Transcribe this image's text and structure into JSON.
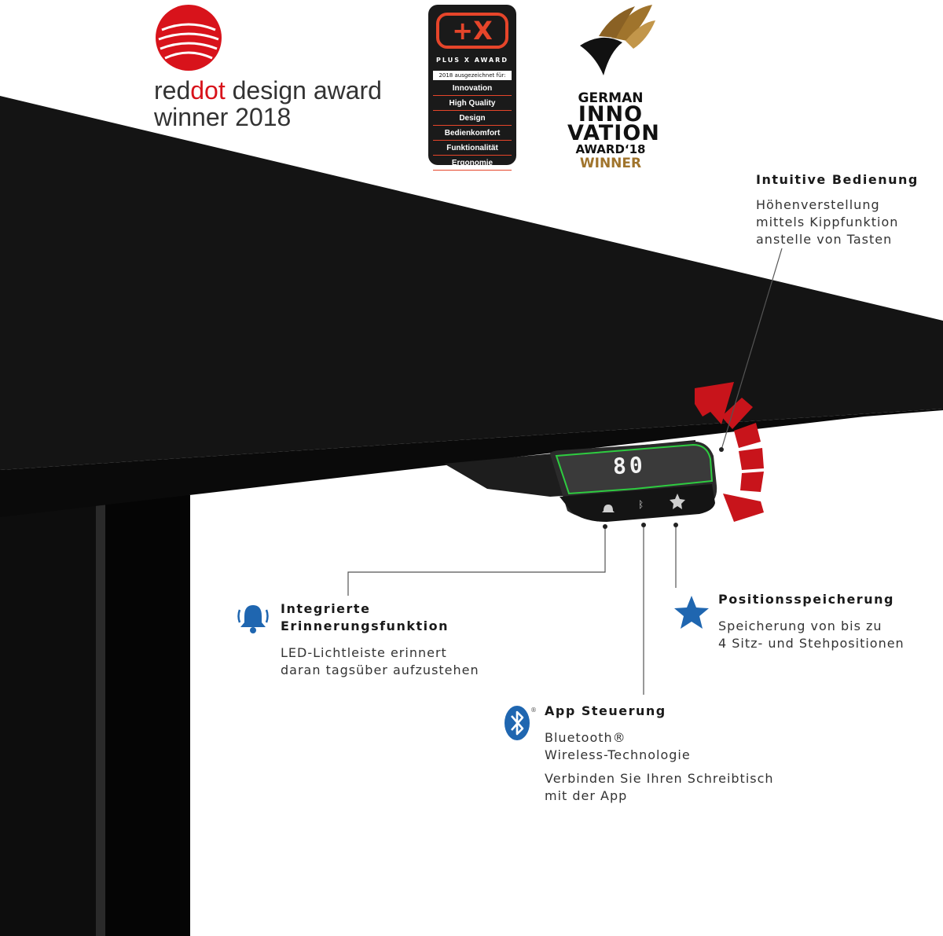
{
  "awards": {
    "reddot": {
      "line1_pre": "red",
      "line1_red": "dot",
      "line1_post": " design award",
      "line2": "winner 2018"
    },
    "plusx": {
      "logo": "+X",
      "title": "PLUS X AWARD",
      "subtitle": "2018 ausgezeichnet für:",
      "items": [
        "Innovation",
        "High Quality",
        "Design",
        "Bedienkomfort",
        "Funktionalität",
        "Ergonomie"
      ]
    },
    "german_innovation": {
      "line1": "GERMAN",
      "line2": "INNO",
      "line3": "VATION",
      "line4": "AWARD‘18",
      "line5": "WINNER"
    }
  },
  "controller": {
    "display_value": "80"
  },
  "features": {
    "intuitive": {
      "title": "Intuitive Bedienung",
      "lines": [
        "Höhenverstellung",
        "mittels Kippfunktion",
        "anstelle von Tasten"
      ]
    },
    "reminder": {
      "title_lines": [
        "Integrierte",
        "Erinnerungsfunktion"
      ],
      "lines": [
        "LED-Lichtleiste erinnert",
        "daran tagsüber aufzustehen"
      ]
    },
    "memory": {
      "title": "Positionsspeicherung",
      "lines": [
        "Speicherung von bis zu",
        "4 Sitz- und Stehpositionen"
      ]
    },
    "app": {
      "title": "App Steuerung",
      "lines1": [
        "Bluetooth®",
        "Wireless-Technologie"
      ],
      "lines2": [
        "Verbinden Sie Ihren Schreibtisch",
        "mit der App"
      ]
    }
  },
  "colors": {
    "desk": "#101010",
    "accent_red": "#c8141b",
    "icon_blue": "#1f66b0",
    "led_green": "#2ecc40"
  }
}
